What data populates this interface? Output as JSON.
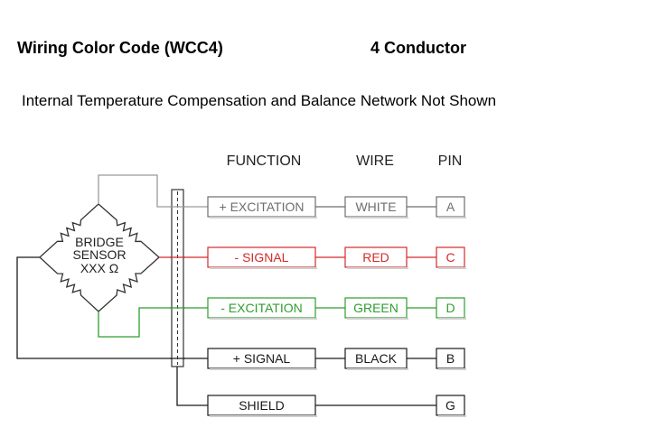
{
  "title_left": "Wiring Color Code (WCC4)",
  "title_right": "4 Conductor",
  "subtitle": "Internal Temperature Compensation and Balance Network Not Shown",
  "headers": {
    "function": "FUNCTION",
    "wire": "WIRE",
    "pin": "PIN"
  },
  "bridge": {
    "line1": "BRIDGE",
    "line2": "SENSOR",
    "line3": "XXX Ω"
  },
  "rows": [
    {
      "function": "+ EXCITATION",
      "wire": "WHITE",
      "pin": "A",
      "color": "#6e6e6e"
    },
    {
      "function": "- SIGNAL",
      "wire": "RED",
      "pin": "C",
      "color": "#d42a2a"
    },
    {
      "function": "- EXCITATION",
      "wire": "GREEN",
      "pin": "D",
      "color": "#2e9e2e"
    },
    {
      "function": "+ SIGNAL",
      "wire": "BLACK",
      "pin": "B",
      "color": "#1a1a1a"
    },
    {
      "function": "SHIELD",
      "wire": "",
      "pin": "G",
      "color": "#1a1a1a"
    }
  ],
  "colors": {
    "resistor": "#333333",
    "gray": "#9a9a9a"
  }
}
